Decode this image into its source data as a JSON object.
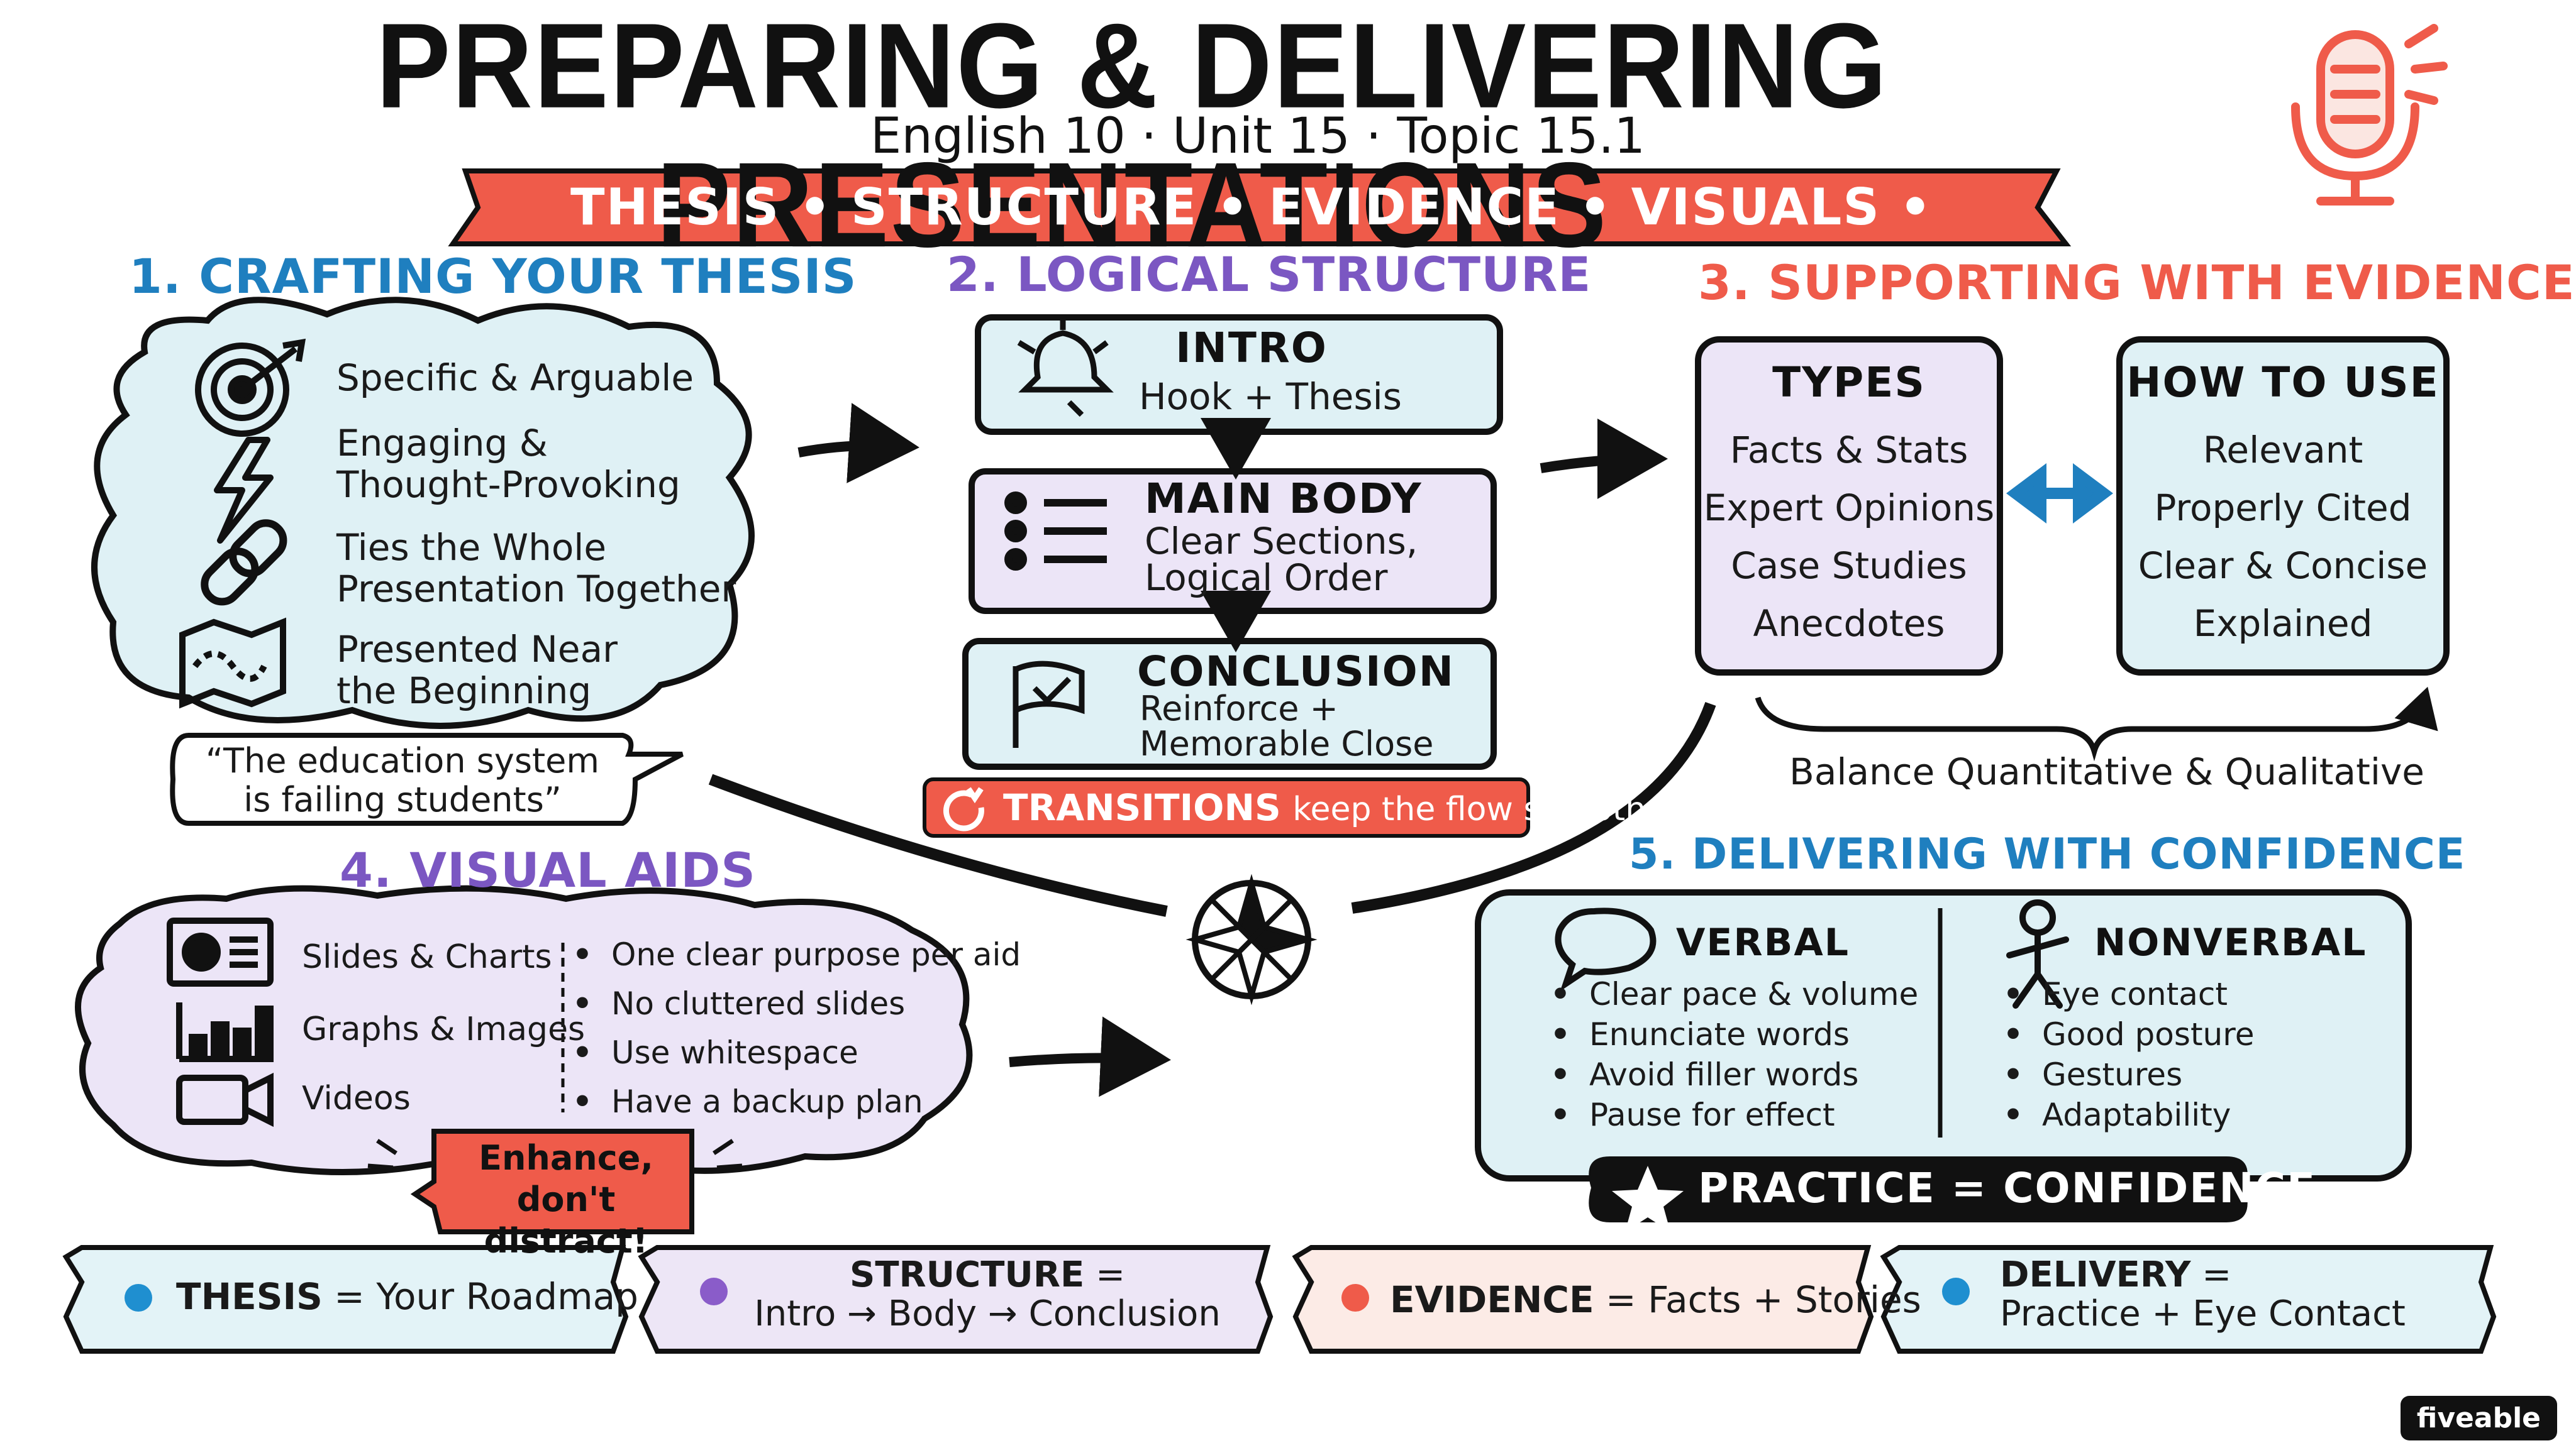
{
  "header": {
    "title": "PREPARING & DELIVERING PRESENTATIONS",
    "subtitle": "English 10 · Unit 15 · Topic 15.1",
    "banner": "THESIS • STRUCTURE • EVIDENCE • VISUALS • DELIVERY"
  },
  "thesis": {
    "title": "1. CRAFTING YOUR THESIS",
    "items": [
      {
        "icon": "target-icon",
        "line1": "Specific & Arguable",
        "line2": ""
      },
      {
        "icon": "lightning-icon",
        "line1": "Engaging &",
        "line2": "Thought-Provoking"
      },
      {
        "icon": "chain-link-icon",
        "line1": "Ties the Whole",
        "line2": "Presentation Together"
      },
      {
        "icon": "map-icon",
        "line1": "Presented Near",
        "line2": "the Beginning"
      }
    ],
    "quote_line1": "“The education system",
    "quote_line2": "is failing students”"
  },
  "structure": {
    "title": "2. LOGICAL STRUCTURE",
    "intro": {
      "heading": "INTRO",
      "text1": "Hook + Thesis",
      "icon": "bell-icon"
    },
    "body": {
      "heading": "MAIN BODY",
      "text1": "Clear Sections,",
      "text2": "Logical Order",
      "icon": "list-icon"
    },
    "conclusion": {
      "heading": "CONCLUSION",
      "text1": "Reinforce +",
      "text2": "Memorable Close",
      "icon": "flag-icon"
    },
    "transitions_bold": "TRANSITIONS",
    "transitions_rest": "keep the flow smooth"
  },
  "evidence": {
    "title": "3. SUPPORTING WITH EVIDENCE",
    "types": {
      "heading": "TYPES",
      "items": [
        "Facts & Stats",
        "Expert Opinions",
        "Case Studies",
        "Anecdotes"
      ]
    },
    "howto": {
      "heading": "HOW TO USE",
      "items": [
        "Relevant",
        "Properly Cited",
        "Clear & Concise",
        "Explained"
      ]
    },
    "balance": "Balance Quantitative & Qualitative"
  },
  "visuals": {
    "title": "4. VISUAL AIDS",
    "types": [
      {
        "icon": "slides-icon",
        "label": "Slides & Charts"
      },
      {
        "icon": "bar-chart-icon",
        "label": "Graphs & Images"
      },
      {
        "icon": "video-camera-icon",
        "label": "Videos"
      }
    ],
    "tips": [
      "One clear purpose per aid",
      "No cluttered slides",
      "Use whitespace",
      "Have a backup plan"
    ],
    "callout_line1": "Enhance,",
    "callout_line2": "don't distract!"
  },
  "delivery": {
    "title": "5. DELIVERING WITH CONFIDENCE",
    "verbal": {
      "heading": "VERBAL",
      "items": [
        "Clear pace & volume",
        "Enunciate words",
        "Avoid filler words",
        "Pause for effect"
      ]
    },
    "nonverbal": {
      "heading": "NONVERBAL",
      "items": [
        "Eye contact",
        "Good posture",
        "Gestures",
        "Adaptability"
      ]
    },
    "practice": "PRACTICE = CONFIDENCE"
  },
  "summary": [
    {
      "bold": "THESIS",
      "rest": " = Your Roadmap",
      "line2": "",
      "dot": "#1f8fd0",
      "bg": "#e3f3f7"
    },
    {
      "bold": "STRUCTURE",
      "rest": " =",
      "line2": "Intro → Body → Conclusion",
      "dot": "#8a5cc9",
      "bg": "#ede6f6"
    },
    {
      "bold": "EVIDENCE",
      "rest": " = Facts + Stories",
      "line2": "",
      "dot": "#ef5b4a",
      "bg": "#fcebe6"
    },
    {
      "bold": "DELIVERY",
      "rest": " =",
      "line2": "Practice + Eye Contact",
      "dot": "#1f8fd0",
      "bg": "#e3f3f7"
    }
  ],
  "logo": "fiveable",
  "colors": {
    "blue": "#1f7fbf",
    "purple": "#7b57c2",
    "coral": "#ef5b4a",
    "lightblue": "#dff1f5",
    "lavender": "#ece5f7"
  }
}
